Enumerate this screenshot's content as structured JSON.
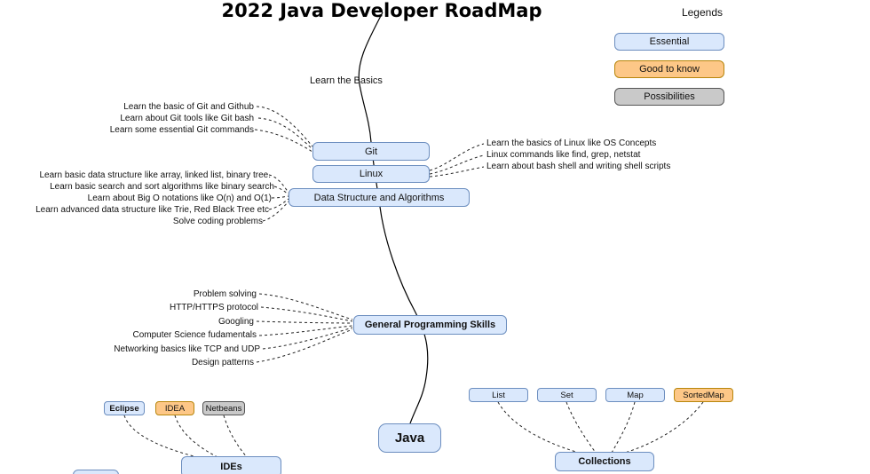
{
  "title": "2022 Java Developer RoadMap",
  "legend": {
    "heading": "Legends",
    "items": [
      {
        "label": "Essential"
      },
      {
        "label": "Good to know"
      },
      {
        "label": "Possibilities"
      }
    ]
  },
  "branch_label": "Learn the Basics",
  "nodes": {
    "git": "Git",
    "linux": "Linux",
    "dsa": "Data Structure and Algorithms",
    "general_skills": "General Programming Skills",
    "java": "Java",
    "ides": "IDEs",
    "collections": "Collections"
  },
  "git_notes": [
    "Learn the basic of Git and Github",
    "Learn about Git tools like Git bash",
    "Learn some essential Git commands"
  ],
  "linux_notes": [
    "Learn the basics of Linux like OS Concepts",
    "Linux commands like find, grep, netstat",
    "Learn about bash shell and writing shell scripts"
  ],
  "dsa_notes": [
    "Learn basic data structure like array, linked list, binary tree.",
    "Learn basic search and sort algorithms like binary search",
    "Learn about Big O notations like O(n) and O(1)",
    "Learn advanced data structure like Trie, Red Black Tree etc",
    "Solve coding problems"
  ],
  "skills_notes": [
    "Problem solving",
    "HTTP/HTTPS protocol",
    "Googling",
    "Computer Science fudamentals",
    "Networking basics like TCP and UDP",
    "Design patterns"
  ],
  "ide_items": [
    {
      "label": "Eclipse"
    },
    {
      "label": "IDEA"
    },
    {
      "label": "Netbeans"
    }
  ],
  "collection_items": [
    {
      "label": "List"
    },
    {
      "label": "Set"
    },
    {
      "label": "Map"
    },
    {
      "label": "SortedMap"
    }
  ],
  "colors": {
    "essential_fill": "#dae8fc",
    "essential_border": "#6c8ebf",
    "good_to_know_fill": "#fdc787",
    "good_to_know_border": "#b8860b",
    "possibilities_fill": "#c9c9c9",
    "possibilities_border": "#555555"
  }
}
